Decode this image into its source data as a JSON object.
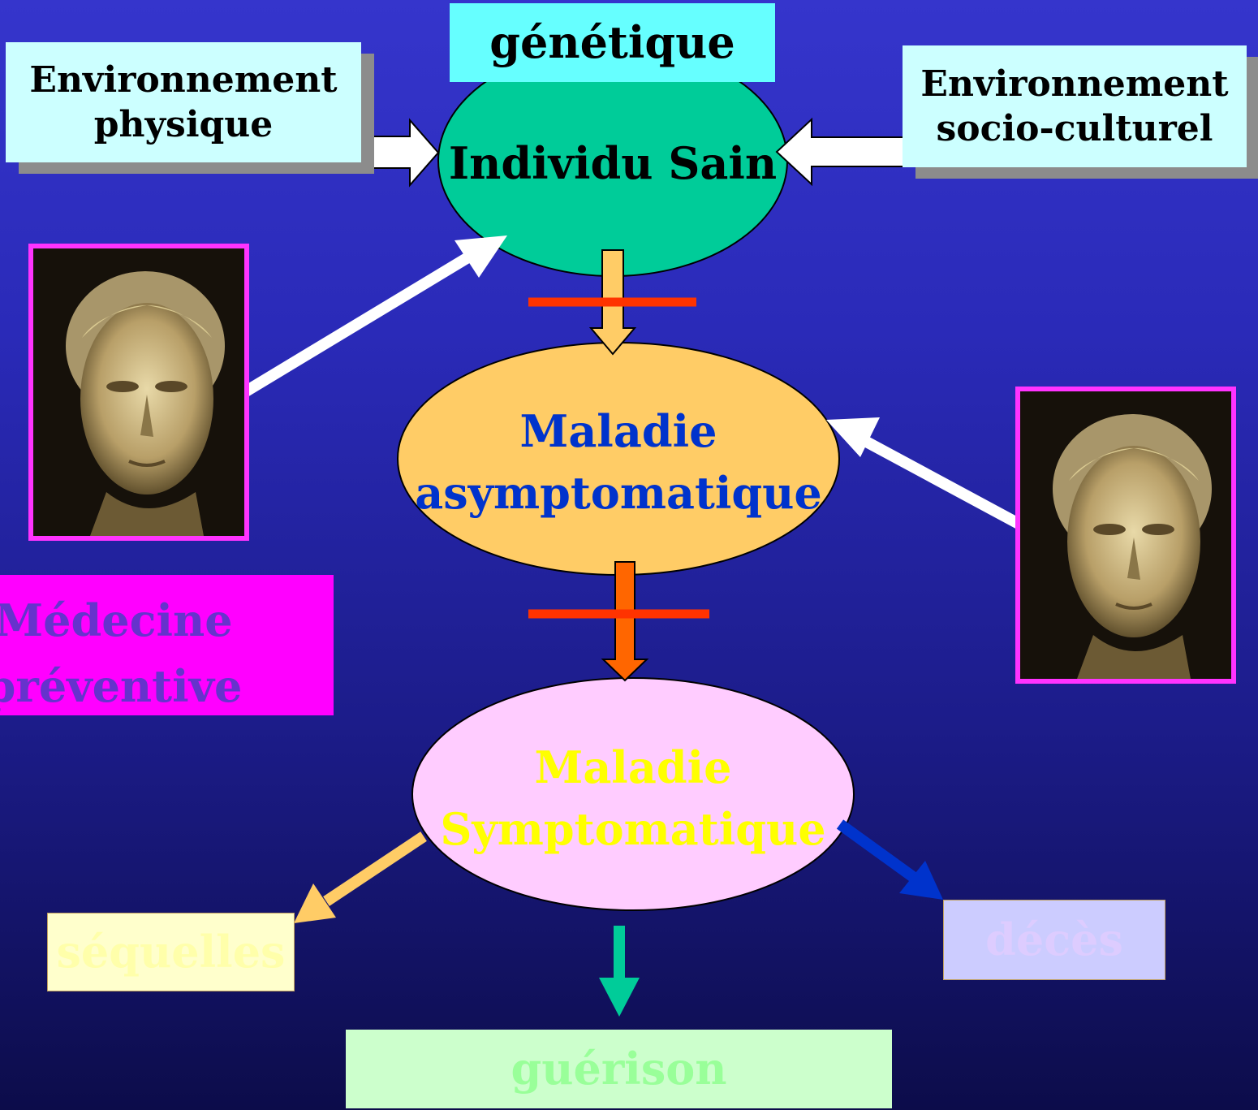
{
  "nodes": {
    "genetique": "génétique",
    "env_physique": [
      "Environnement",
      "physique"
    ],
    "env_socio": [
      "Environnement",
      "socio-culturel"
    ],
    "individu_sain": "Individu Sain",
    "maladie_asymptomatique": [
      "Maladie",
      "asymptomatique"
    ],
    "maladie_symptomatique": [
      "Maladie",
      "Symptomatique"
    ],
    "medecine_preventive": [
      "Médecine",
      "préventive"
    ],
    "sequelles": "séquelles",
    "deces": "décès",
    "guerison": "guérison"
  },
  "colors": {
    "individu_fill": "#00cc99",
    "asymptomatique_fill": "#ffcc66",
    "symptomatique_fill": "#ffccff",
    "env_box": "#ccffff",
    "genetique_box": "#66ffff",
    "medecine_box": "#ff00ff",
    "sequelles_box": "#ffffcc",
    "deces_box": "#ccccff",
    "guerison_box": "#ccffcc",
    "asymptomatique_text": "#0033cc",
    "symptomatique_text": "#ffff00",
    "medecine_text": "#6633cc",
    "barrier": "#ff3300",
    "portrait_border": "#ff33ff"
  },
  "images": {
    "portrait_left": "portrait-of-classical-bust",
    "portrait_right": "portrait-of-classical-bust"
  }
}
